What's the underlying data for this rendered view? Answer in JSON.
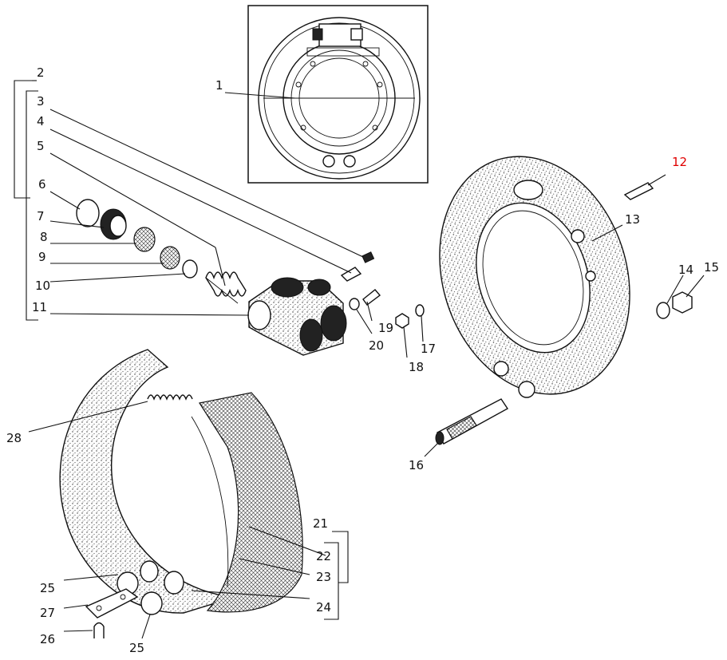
{
  "highlight_color": "#e00000",
  "callouts": {
    "c1": "1",
    "c2": "2",
    "c3": "3",
    "c4": "4",
    "c5": "5",
    "c6": "6",
    "c7": "7",
    "c8": "8",
    "c9": "9",
    "c10": "10",
    "c11": "11",
    "c12": "12",
    "c13": "13",
    "c14": "14",
    "c15": "15",
    "c16": "16",
    "c17": "17",
    "c18": "18",
    "c19": "19",
    "c20": "20",
    "c21": "21",
    "c22": "22",
    "c23": "23",
    "c24": "24",
    "c25a": "25",
    "c25b": "25",
    "c26": "26",
    "c27": "27",
    "c28": "28"
  },
  "highlighted_callout": "12"
}
